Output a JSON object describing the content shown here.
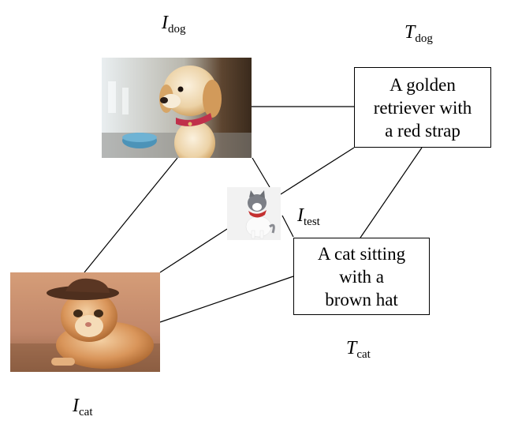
{
  "labels": {
    "i_dog": {
      "sym": "I",
      "sub": "dog"
    },
    "t_dog": {
      "sym": "T",
      "sub": "dog"
    },
    "i_test": {
      "sym": "I",
      "sub": "test"
    },
    "t_cat": {
      "sym": "T",
      "sub": "cat"
    },
    "i_cat": {
      "sym": "I",
      "sub": "cat"
    }
  },
  "captions": {
    "dog": [
      "A golden",
      "retriever with",
      "a red strap"
    ],
    "cat": [
      "A cat sitting",
      "with a",
      "brown hat"
    ]
  },
  "images": {
    "dog": "photo-golden-retriever-puppy-red-collar",
    "test": "photo-grey-white-cat-red-bandana",
    "cat": "photo-orange-cat-brown-hat"
  },
  "colors": {
    "line": "#000000",
    "box_border": "#000000"
  }
}
